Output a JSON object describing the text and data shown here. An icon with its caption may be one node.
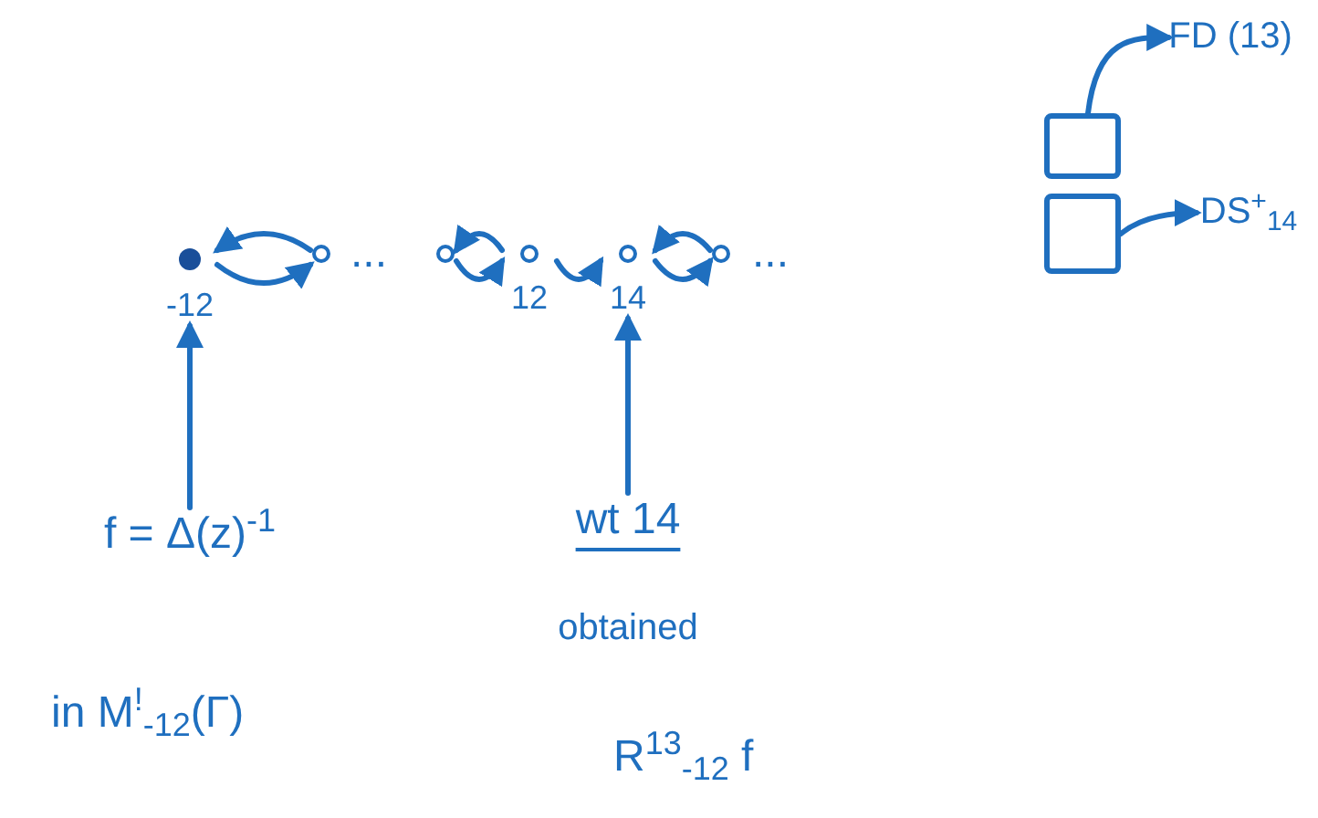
{
  "diagram": {
    "nodes": [
      {
        "text": [],
        "shape": "dot",
        "beside": [
          "-12"
        ]
      },
      {
        "text": [],
        "shape": "circle"
      },
      {
        "text": [],
        "shape": "circle"
      },
      {
        "text": [],
        "shape": "circle",
        "beside": [
          "12"
        ]
      },
      {
        "text": [],
        "shape": "circle",
        "beside": [
          "14"
        ]
      },
      {
        "text": [],
        "shape": "circle"
      },
      {
        "text": [
          "f = Δ(z)$^{-1}$"
        ]
      },
      {
        "text": [
          "wt 14"
        ],
        "beside": [
          "obtained"
        ]
      },
      {
        "text": [],
        "shape": "box"
      },
      {
        "text": [],
        "shape": "box"
      },
      {
        "text": [
          "FD (13)"
        ]
      },
      {
        "text": [
          "DS$^{+}$$_{14}$"
        ]
      }
    ],
    "edges": [
      {
        "from": 1,
        "to": 0,
        "arrow": "to"
      },
      {
        "from": 0,
        "to": 1,
        "arrow": "to"
      },
      {
        "from": 3,
        "to": 2,
        "arrow": "to"
      },
      {
        "from": 2,
        "to": 3,
        "arrow": "to"
      },
      {
        "from": 3,
        "to": 4,
        "arrow": "to"
      },
      {
        "from": 5,
        "to": 4,
        "arrow": "to"
      },
      {
        "from": 4,
        "to": 5,
        "arrow": "to"
      },
      {
        "from": 6,
        "to": 0,
        "arrow": "to"
      },
      {
        "from": 7,
        "to": 4,
        "arrow": "to"
      },
      {
        "from": 8,
        "to": 10,
        "arrow": "to"
      },
      {
        "from": 9,
        "to": 11,
        "arrow": "to"
      }
    ],
    "labels": [
      "...",
      "...",
      "in M$^{!}$$_{-12}$(Γ)",
      "R$^{13}$$_{-12}$ f"
    ]
  }
}
